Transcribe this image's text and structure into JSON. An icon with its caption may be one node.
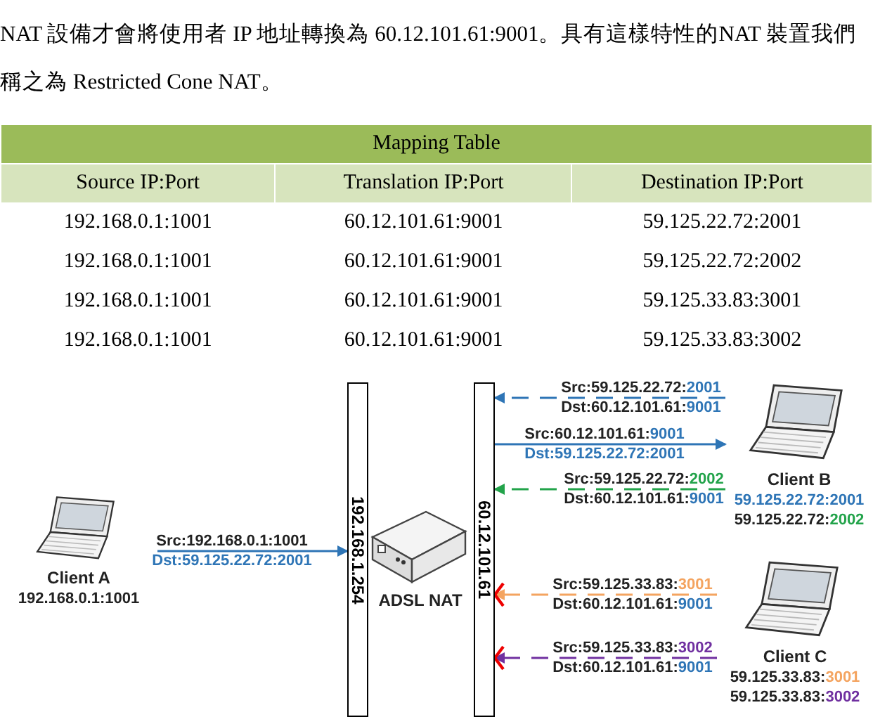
{
  "diagram": {
    "nodes": [
      {
        "text": [
          "Client A",
          "192.168.0.1:1001"
        ]
      },
      {
        "text": [
          "192.168.1.254"
        ]
      },
      {
        "text": [
          "ADSL NAT"
        ]
      },
      {
        "text": [
          "60.12.101.61"
        ]
      },
      {
        "text": [
          "Client B",
          "59.125.22.72:2001",
          "59.125.22.72:2002"
        ]
      },
      {
        "text": [
          "Client C",
          "59.125.33.83:3001",
          "59.125.33.83:3002"
        ]
      }
    ],
    "edges": [
      {
        "from": 0,
        "to": 1,
        "arrow": "to",
        "label": "Src:192.168.0.1:1001 Dst:59.125.22.72:2001",
        "color": "#2e75b6"
      },
      {
        "from": 4,
        "to": 3,
        "arrow": "to",
        "label": "Src:59.125.22.72:2001 Dst:60.12.101.61:9001",
        "style": "dashed",
        "color": "#2e75b6"
      },
      {
        "from": 3,
        "to": 4,
        "arrow": "to",
        "label": "Src:60.12.101.61:9001 Dst:59.125.22.72:2001",
        "color": "#2e75b6"
      },
      {
        "from": 4,
        "to": 3,
        "arrow": "to",
        "label": "Src:59.125.22.72:2002 Dst:60.12.101.61:9001",
        "style": "dashed",
        "color": "#22a34a"
      },
      {
        "from": 5,
        "to": 3,
        "arrow": "to",
        "label": "Src:59.125.33.83:3001 Dst:60.12.101.61:9001",
        "style": "dashed",
        "color": "#f4a460"
      },
      {
        "from": 5,
        "to": 3,
        "arrow": "to",
        "label": "Src:59.125.33.83:3002 Dst:60.12.101.61:9001",
        "style": "dashed",
        "color": "#7030a0"
      }
    ],
    "labels": [
      "NAT 設備才會將使用者 IP 地址轉換為 60.12.101.61:9001。具有這樣特性的NAT 裝置我們稱之為 Restricted Cone NAT。",
      "Mapping Table",
      "Source IP:Port",
      "Translation IP:Port",
      "Destination IP:Port",
      "192.168.0.1:1001",
      "60.12.101.61:9001",
      "59.125.22.72:2001",
      "192.168.0.1:1001",
      "60.12.101.61:9001",
      "59.125.22.72:2002",
      "192.168.0.1:1001",
      "60.12.101.61:9001",
      "59.125.33.83:3001",
      "192.168.0.1:1001",
      "60.12.101.61:9001",
      "59.125.33.83:3002"
    ]
  }
}
